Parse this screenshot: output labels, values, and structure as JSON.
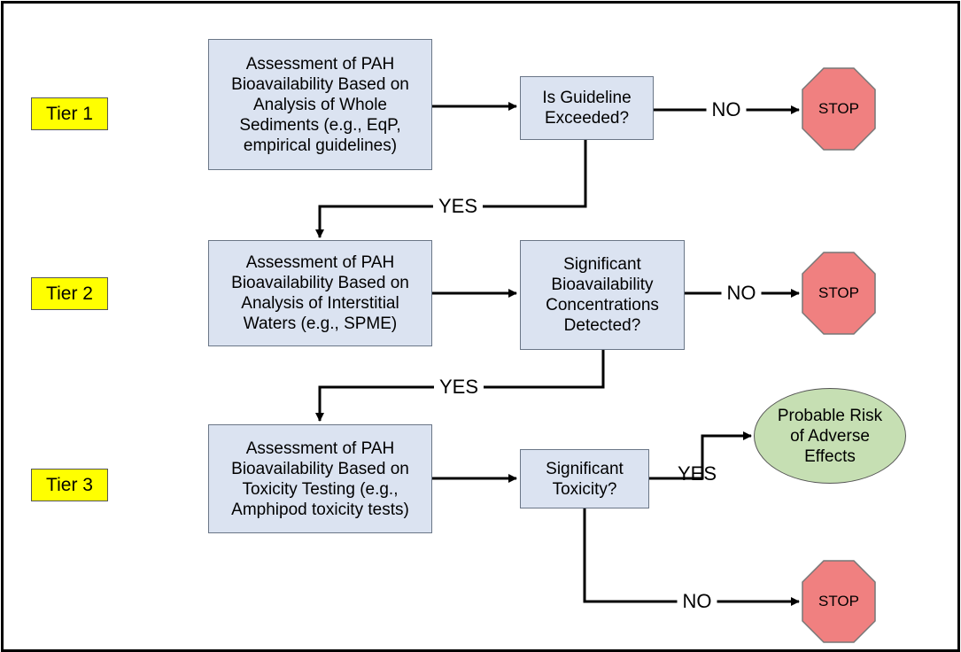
{
  "tiers": [
    "Tier 1",
    "Tier 2",
    "Tier 3"
  ],
  "boxes": {
    "t1_assess": "Assessment of PAH\nBioavailability Based on\nAnalysis of Whole\nSediments (e.g., EqP,\nempirical guidelines)",
    "t1_decision": "Is Guideline\nExceeded?",
    "t2_assess": "Assessment of PAH\nBioavailability Based on\nAnalysis of Interstitial\nWaters (e.g., SPME)",
    "t2_decision": "Significant\nBioavailability\nConcentrations\nDetected?",
    "t3_assess": "Assessment of PAH\nBioavailability Based on\nToxicity Testing (e.g.,\nAmphipod toxicity tests)",
    "t3_decision": "Significant\nToxicity?"
  },
  "stop_label": "STOP",
  "outcome": "Probable Risk\nof Adverse\nEffects",
  "edge_labels": {
    "no": "NO",
    "yes": "YES"
  },
  "colors": {
    "box_fill": "#dbe3f1",
    "tier_fill": "#ffff00",
    "stop_fill": "#f08080",
    "outcome_fill": "#c6dfb3"
  }
}
